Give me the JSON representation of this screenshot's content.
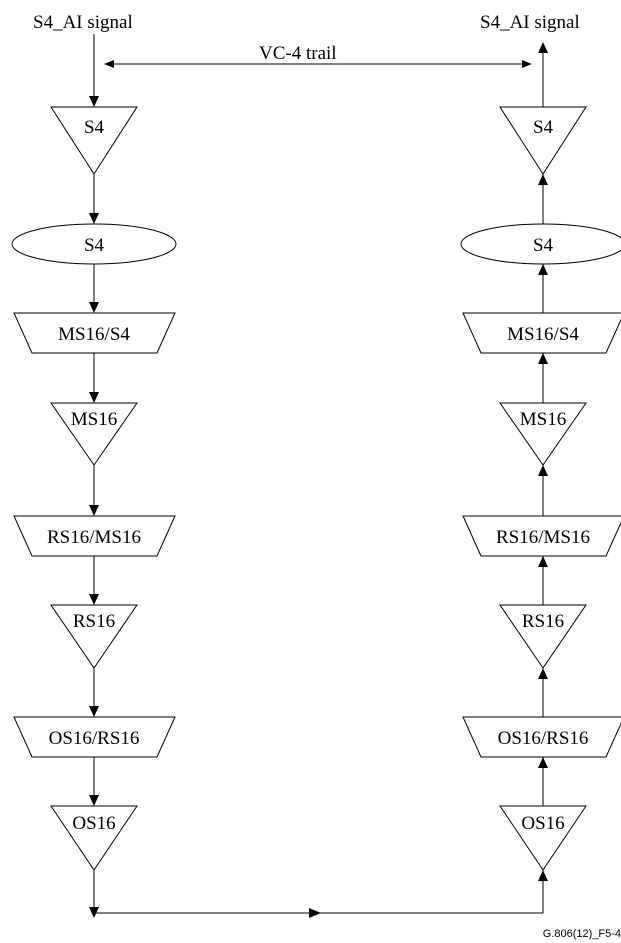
{
  "left": {
    "signal_label": "S4_AI signal",
    "blocks": [
      {
        "kind": "triangle",
        "label": "S4"
      },
      {
        "kind": "ellipse",
        "label": "S4"
      },
      {
        "kind": "trapezoid",
        "label": "MS16/S4"
      },
      {
        "kind": "triangle",
        "label": "MS16"
      },
      {
        "kind": "trapezoid",
        "label": "RS16/MS16"
      },
      {
        "kind": "triangle",
        "label": "RS16"
      },
      {
        "kind": "trapezoid",
        "label": "OS16/RS16"
      },
      {
        "kind": "triangle",
        "label": "OS16"
      }
    ]
  },
  "right": {
    "signal_label": "S4_AI signal",
    "blocks": [
      {
        "kind": "triangle",
        "label": "S4"
      },
      {
        "kind": "ellipse",
        "label": "S4"
      },
      {
        "kind": "trapezoid",
        "label": "MS16/S4"
      },
      {
        "kind": "triangle",
        "label": "MS16"
      },
      {
        "kind": "trapezoid",
        "label": "RS16/MS16"
      },
      {
        "kind": "triangle",
        "label": "RS16"
      },
      {
        "kind": "trapezoid",
        "label": "OS16/RS16"
      },
      {
        "kind": "triangle",
        "label": "OS16"
      }
    ]
  },
  "trail_label": "VC-4 trail",
  "figure_id": "G.806(12)_F5-4"
}
